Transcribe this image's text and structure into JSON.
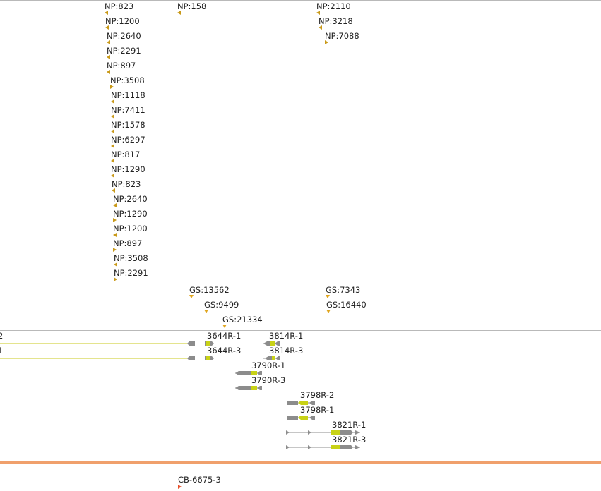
{
  "np_lane": {
    "features": [
      {
        "label": "NP:823",
        "dir": "left"
      },
      {
        "label": "NP:158",
        "dir": "left"
      },
      {
        "label": "NP:2110",
        "dir": "left"
      },
      {
        "label": "NP:1200",
        "dir": "left"
      },
      {
        "label": "NP:3218",
        "dir": "left"
      },
      {
        "label": "NP:2640",
        "dir": "left"
      },
      {
        "label": "NP:7088",
        "dir": "right"
      },
      {
        "label": "NP:2291",
        "dir": "left"
      },
      {
        "label": "NP:897",
        "dir": "left"
      },
      {
        "label": "NP:3508",
        "dir": "right"
      },
      {
        "label": "NP:1118",
        "dir": "left"
      },
      {
        "label": "NP:7411",
        "dir": "left"
      },
      {
        "label": "NP:1578",
        "dir": "left"
      },
      {
        "label": "NP:6297",
        "dir": "left"
      },
      {
        "label": "NP:817",
        "dir": "left"
      },
      {
        "label": "NP:1290",
        "dir": "left"
      },
      {
        "label": "NP:823",
        "dir": "left"
      },
      {
        "label": "NP:2640",
        "dir": "left"
      },
      {
        "label": "NP:1290",
        "dir": "right"
      },
      {
        "label": "NP:1200",
        "dir": "left"
      },
      {
        "label": "NP:897",
        "dir": "right"
      },
      {
        "label": "NP:3508",
        "dir": "left"
      },
      {
        "label": "NP:2291",
        "dir": "right"
      }
    ]
  },
  "gs_lane": {
    "features": [
      {
        "label": "GS:13562"
      },
      {
        "label": "GS:7343"
      },
      {
        "label": "GS:9499"
      },
      {
        "label": "GS:16440"
      },
      {
        "label": "GS:21334"
      }
    ]
  },
  "cds_lane": {
    "features": [
      {
        "label": "2"
      },
      {
        "label": "1"
      },
      {
        "label": "3644R-1"
      },
      {
        "label": "3644R-3"
      },
      {
        "label": "3814R-1"
      },
      {
        "label": "3814R-3"
      },
      {
        "label": "3790R-1"
      },
      {
        "label": "3790R-3"
      },
      {
        "label": "3798R-2"
      },
      {
        "label": "3798R-1"
      },
      {
        "label": "3821R-1"
      },
      {
        "label": "3821R-3"
      }
    ]
  },
  "bottom_lane": {
    "features": [
      {
        "label": "CB-6675-3"
      }
    ]
  }
}
